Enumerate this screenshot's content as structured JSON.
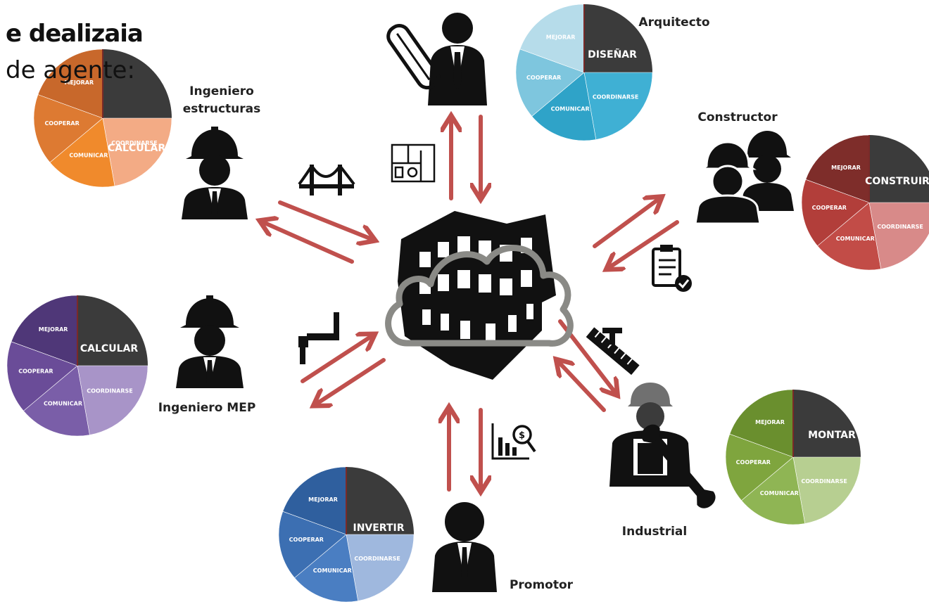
{
  "heading": {
    "line1": "e dealizaia",
    "line2": "de agente:"
  },
  "colors": {
    "arrow": "#c0504d",
    "icon": "#111111",
    "cloud": "#8a8a86",
    "dark_slice": "#3b3b3b"
  },
  "agents": [
    {
      "id": "arquitecto",
      "name": "Arquitecto",
      "icon": "architect-with-blueprints-icon",
      "tool_icon": "floor-plan-icon",
      "pie": {
        "primary": "DISEÑAR",
        "minor": [
          "MEJORAR",
          "COOPERAR",
          "COMUNICAR",
          "COORDINARSE"
        ],
        "palette": [
          "#b6dcea",
          "#7ec6de",
          "#2fa3c8",
          "#3fb0d4"
        ]
      }
    },
    {
      "id": "constructor",
      "name": "Constructor",
      "icon": "construction-workers-icon",
      "tool_icon": "checklist-icon",
      "pie": {
        "primary": "CONSTRUIR",
        "minor": [
          "MEJORAR",
          "COOPERAR",
          "COMUNICAR",
          "COORDINARSE"
        ],
        "palette": [
          "#7e2d2a",
          "#b23e3a",
          "#c24c47",
          "#d88a89"
        ]
      }
    },
    {
      "id": "industrial",
      "name": "Industrial",
      "icon": "worker-with-wrench-icon",
      "tool_icon": "beam-measure-icon",
      "pie": {
        "primary": "MONTAR",
        "minor": [
          "MEJORAR",
          "COOPERAR",
          "COMUNICAR",
          "COORDINARSE"
        ],
        "palette": [
          "#6a8f2e",
          "#7fa53e",
          "#8fb554",
          "#b7cf91"
        ]
      }
    },
    {
      "id": "promotor",
      "name": "Promotor",
      "icon": "businessman-icon",
      "tool_icon": "financial-analysis-icon",
      "pie": {
        "primary": "INVERTIR",
        "minor": [
          "MEJORAR",
          "COOPERAR",
          "COMUNICAR",
          "COORDINARSE"
        ],
        "palette": [
          "#2f5f9e",
          "#3c6fb2",
          "#4a7ec2",
          "#9fb8de"
        ]
      }
    },
    {
      "id": "ingeniero_mep",
      "name": "Ingeniero MEP",
      "icon": "engineer-hardhat-icon",
      "tool_icon": "pipe-icon",
      "pie": {
        "primary": "CALCULAR",
        "minor": [
          "MEJORAR",
          "COOPERAR",
          "COMUNICAR",
          "COORDINARSE"
        ],
        "palette": [
          "#4f3778",
          "#6a4c98",
          "#7a5ea8",
          "#a894c8"
        ]
      }
    },
    {
      "id": "ingeniero_estructuras",
      "name_lines": [
        "Ingeniero",
        "estructuras"
      ],
      "icon": "engineer-hardhat-icon",
      "tool_icon": "bridge-icon",
      "pie": {
        "primary": "CALCULAR",
        "minor": [
          "MEJORAR",
          "COOPERAR",
          "COMUNICAR",
          "COORDINARSE"
        ],
        "palette": [
          "#c8682b",
          "#dd7a32",
          "#f08a2c",
          "#f3ab85"
        ]
      }
    }
  ],
  "hub": {
    "icon": "cloud-building-icon"
  }
}
